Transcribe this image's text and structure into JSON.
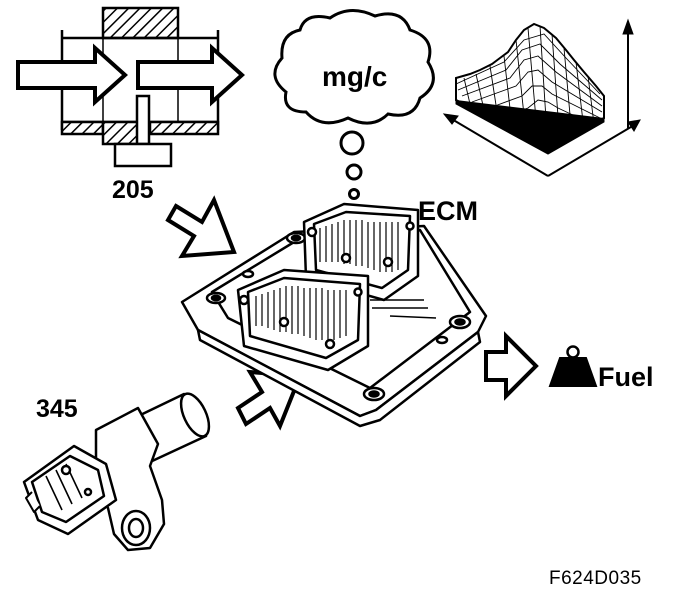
{
  "labels": {
    "maf_sensor_number": "205",
    "ecm": "ECM",
    "crank_sensor_number": "345",
    "fuel": "Fuel",
    "thought_text": "mg/c",
    "figure_code": "F624D035"
  },
  "icons": [
    "maf-sensor-icon",
    "ecm-unit-icon",
    "crankshaft-sensor-icon",
    "fuel-weight-icon",
    "fuel-map-3d-icon",
    "thought-bubble-icon",
    "arrow-icon"
  ],
  "colors": {
    "ink": "#000000",
    "paper": "#ffffff"
  }
}
